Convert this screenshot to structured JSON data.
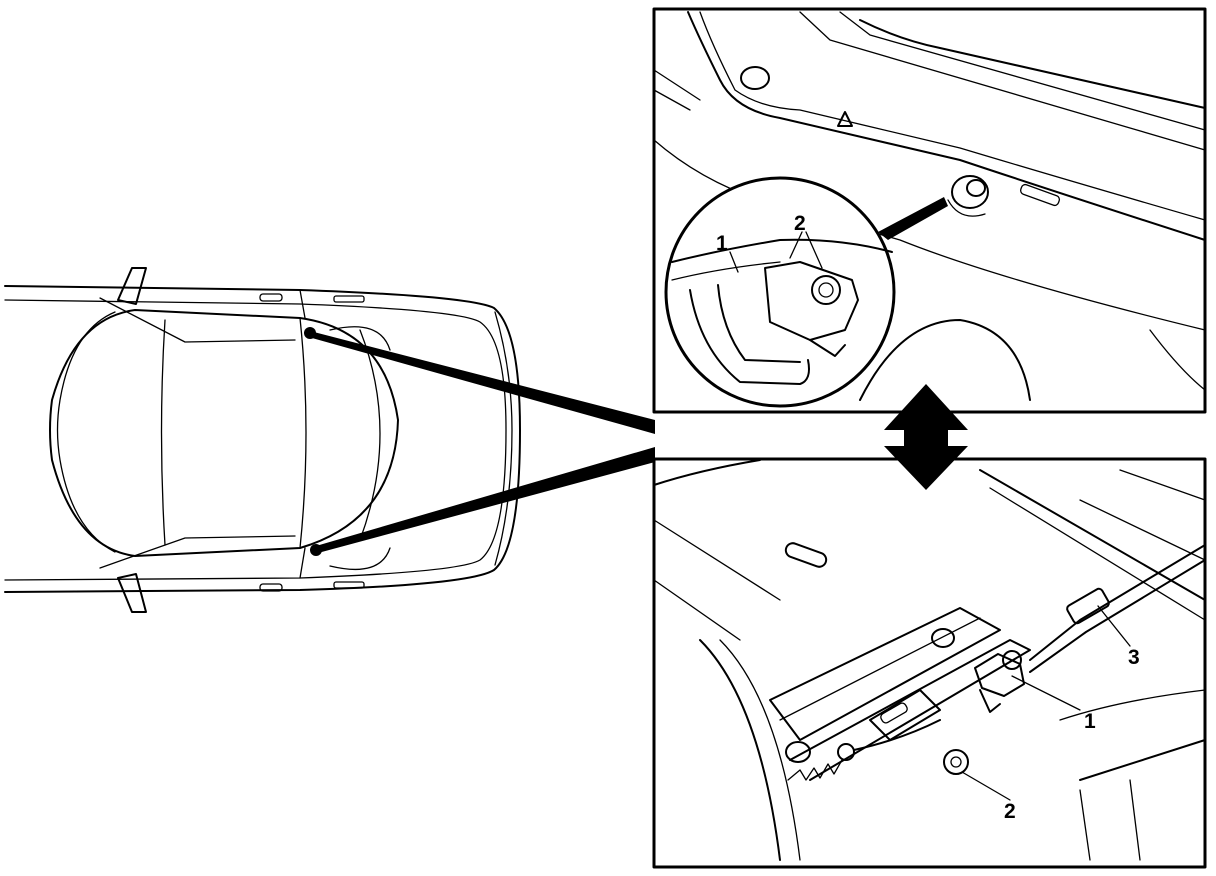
{
  "callouts": {
    "top_panel": {
      "detail_part": "1",
      "detail_bolt": "2"
    },
    "bottom_panel": {
      "part_1": "1",
      "part_2": "2",
      "part_3": "3"
    }
  },
  "icons": {
    "direction_arrow": "double-headed-vertical-arrow"
  },
  "colors": {
    "ink": "#000000",
    "background": "#ffffff"
  }
}
